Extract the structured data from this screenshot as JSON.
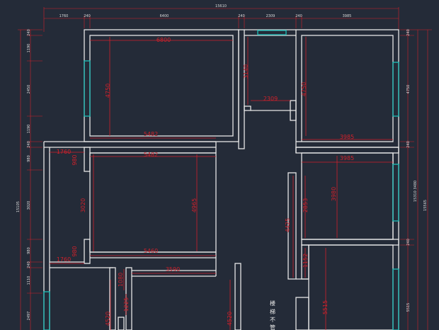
{
  "plan": {
    "top_total": "15610",
    "top_segments": [
      "1760",
      "240",
      "6400",
      "240",
      "2309",
      "240",
      "3985"
    ],
    "left_total": "15105",
    "left_segments": [
      "240",
      "1190",
      "2450",
      "1190",
      "240",
      "980",
      "3020",
      "980",
      "240",
      "1110",
      "2497"
    ],
    "right_total": "15565",
    "right_inner": "15310 3480",
    "right_segments": [
      "240",
      "4750",
      "240",
      "240",
      "5515"
    ],
    "rooms": {
      "r1_width": "6800",
      "r1_height": "4750",
      "r2_height": "3140",
      "r2_width": "2309",
      "r3_height": "4750",
      "r3_width": "3985",
      "corridor_a": "5482",
      "corridor_b": "5482",
      "left_strip_a": "1760",
      "left_small_a": "980",
      "living_height": "3020",
      "living_height2": "4965",
      "left_strip_b": "1760",
      "left_small_b": "980",
      "living_width": "5460",
      "r4_width": "3985",
      "r4_height": "3980",
      "stair_a": "2853",
      "stair_b": "4425",
      "stair_c": "1152",
      "bottom_width": "3590",
      "bottom_h1": "1080",
      "bottom_h2": "1225",
      "bottom_h3": "4520",
      "bottom_h4": "4520",
      "bottom_right": "5515"
    },
    "note": "楼梯不管"
  }
}
